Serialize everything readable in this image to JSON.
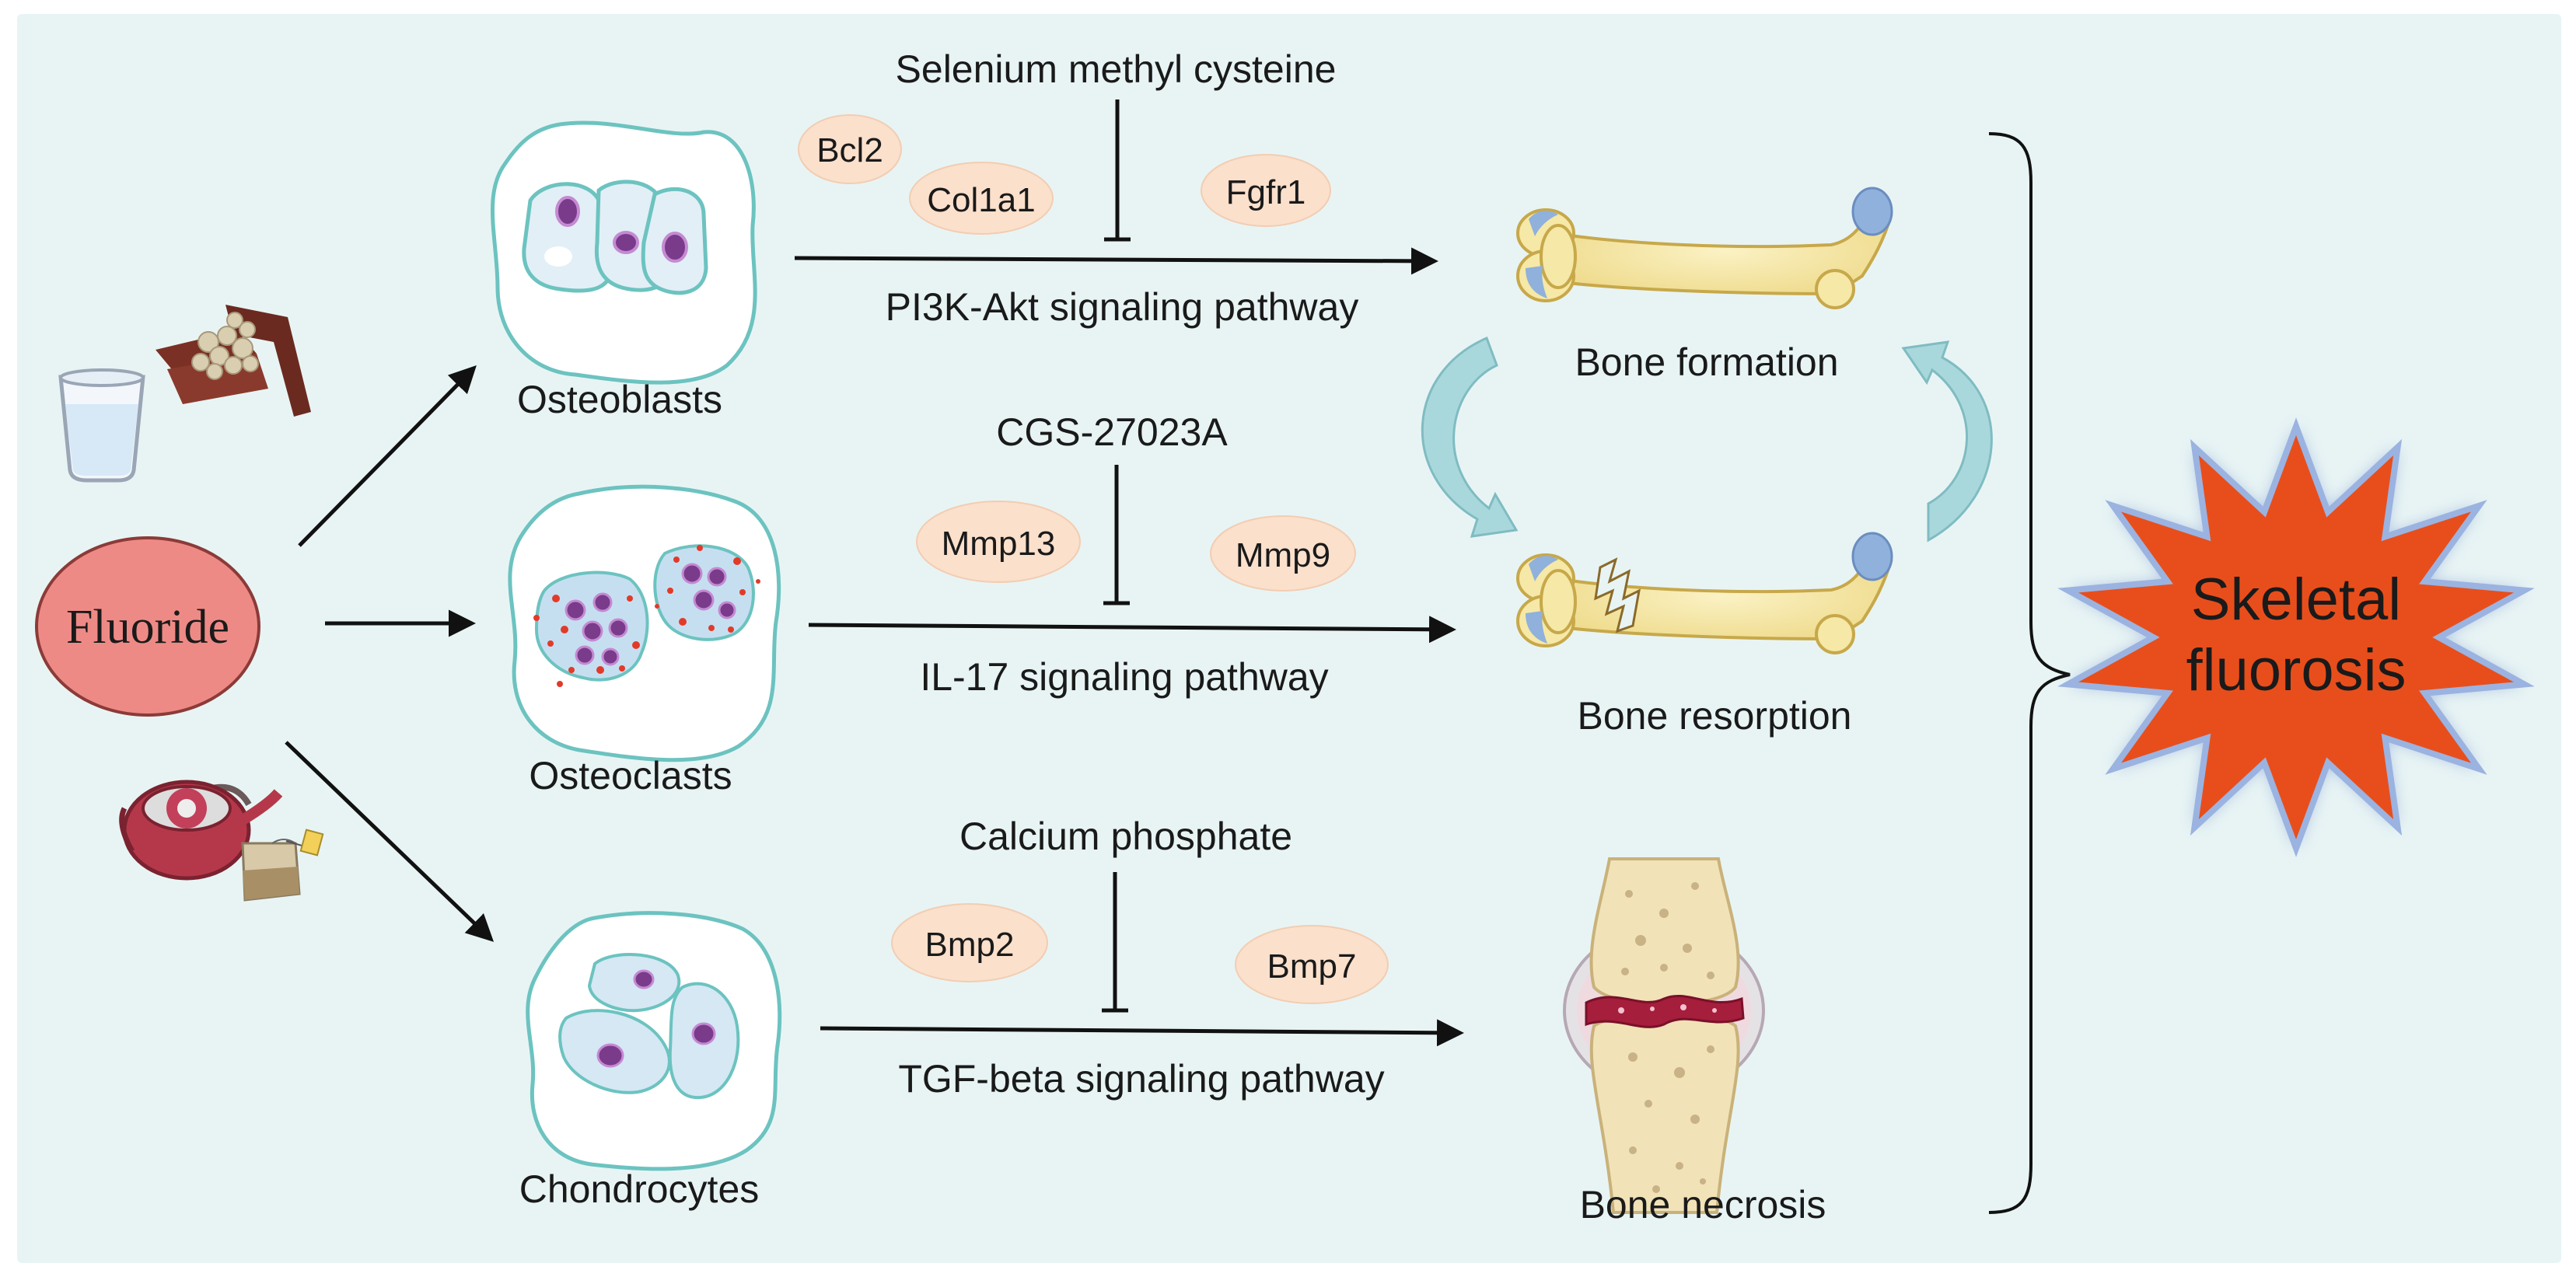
{
  "source": {
    "label": "Fluoride"
  },
  "cells": [
    {
      "key": "osteoblasts",
      "label": "Osteoblasts"
    },
    {
      "key": "osteoclasts",
      "label": "Osteoclasts"
    },
    {
      "key": "chondrocytes",
      "label": "Chondrocytes"
    }
  ],
  "pathways": [
    {
      "key": "pi3k",
      "inhibitor": "Selenium methyl cysteine",
      "pathway": "PI3K-Akt signaling pathway",
      "genes": [
        "Bcl2",
        "Col1a1",
        "Fgfr1"
      ]
    },
    {
      "key": "il17",
      "inhibitor": "CGS-27023A",
      "pathway": "IL-17 signaling pathway",
      "genes": [
        "Mmp13",
        "Mmp9"
      ]
    },
    {
      "key": "tgf",
      "inhibitor": "Calcium phosphate",
      "pathway": "TGF-beta signaling pathway",
      "genes": [
        "Bmp2",
        "Bmp7"
      ]
    }
  ],
  "outcomes": {
    "bone_formation": "Bone formation",
    "bone_resorption": "Bone resorption",
    "bone_necrosis": "Bone necrosis"
  },
  "result": {
    "line1": "Skeletal",
    "line2": "fluorosis"
  },
  "colors": {
    "background": "#e8f4f4",
    "fluoride_fill": "#ee8a86",
    "cell_outline": "#6cc3c0",
    "gene_pill": "#fbe0cc",
    "bone": "#f6e8a6",
    "bone_cap": "#8fb1dc",
    "starburst": "#e84e1b",
    "starburst_glow": "#8fa8d8",
    "cycle_arrow": "#a9d8dc"
  },
  "icons": [
    "water-glass-icon",
    "tea-bricks-icon",
    "teapot-icon",
    "tea-bag-icon"
  ]
}
